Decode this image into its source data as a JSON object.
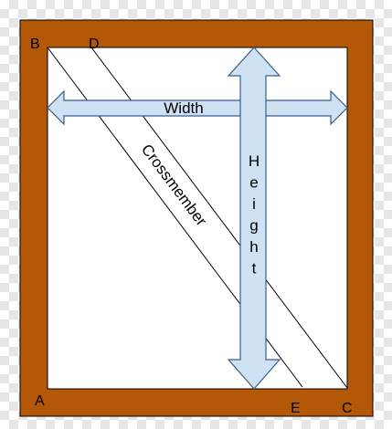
{
  "diagram": {
    "width_label": "Width",
    "height_label": "Height",
    "crossmember_label": "Crossmember",
    "corners": {
      "a": "A",
      "b": "B",
      "c": "C",
      "d": "D",
      "e": "E"
    }
  },
  "colors": {
    "frame": "#B35806",
    "arrow_fill": "#CFE2F3",
    "arrow_stroke": "#385D8A",
    "line": "#000000"
  }
}
